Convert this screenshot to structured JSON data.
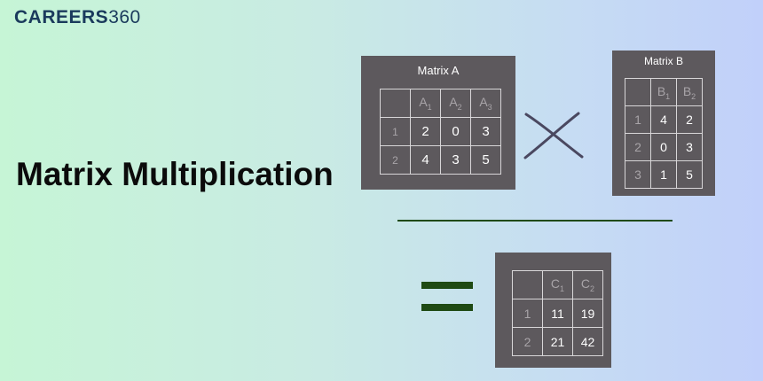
{
  "logo": {
    "bold": "CAREERS",
    "light": "360"
  },
  "title": "Matrix Multiplication",
  "matrix_a": {
    "caption": "Matrix A",
    "col_letter": "A",
    "cols": [
      "1",
      "2",
      "3"
    ],
    "rows": [
      {
        "label": "1",
        "values": [
          "2",
          "0",
          "3"
        ]
      },
      {
        "label": "2",
        "values": [
          "4",
          "3",
          "5"
        ]
      }
    ]
  },
  "matrix_b": {
    "caption": "Matrix B",
    "col_letter": "B",
    "cols": [
      "1",
      "2"
    ],
    "rows": [
      {
        "label": "1",
        "values": [
          "4",
          "2"
        ]
      },
      {
        "label": "2",
        "values": [
          "0",
          "3"
        ]
      },
      {
        "label": "3",
        "values": [
          "1",
          "5"
        ]
      }
    ]
  },
  "matrix_c": {
    "col_letter": "C",
    "cols": [
      "1",
      "2"
    ],
    "rows": [
      {
        "label": "1",
        "values": [
          "11",
          "19"
        ]
      },
      {
        "label": "2",
        "values": [
          "21",
          "42"
        ]
      }
    ]
  },
  "colors": {
    "panel": "#5d595d",
    "accent_green": "#1f4a14",
    "times_sign": "#4a4860"
  }
}
